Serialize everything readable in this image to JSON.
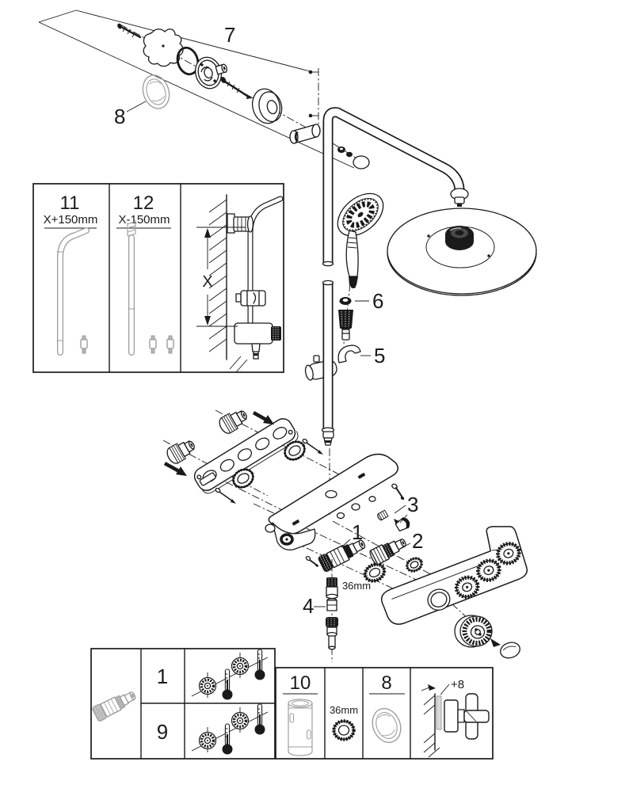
{
  "colors": {
    "ink": "#1a1a1a",
    "muted_gray": "#9e9e9e"
  },
  "callouts": {
    "part7": "7",
    "part8": "8",
    "part6": "6",
    "part5": "5",
    "part1": "1",
    "part2": "2",
    "part3": "3",
    "part4": "4",
    "ring_size": "36mm"
  },
  "inset": {
    "item11": {
      "num": "11",
      "dim": "X+150mm"
    },
    "item12": {
      "num": "12",
      "dim": "X-150mm"
    },
    "x_label": "X"
  },
  "bottom_table": {
    "row_top": "1",
    "row_bottom": "9",
    "sleeve": "10",
    "ring_size": "36mm",
    "escutcheon": "8",
    "wall_offset": "+8"
  }
}
